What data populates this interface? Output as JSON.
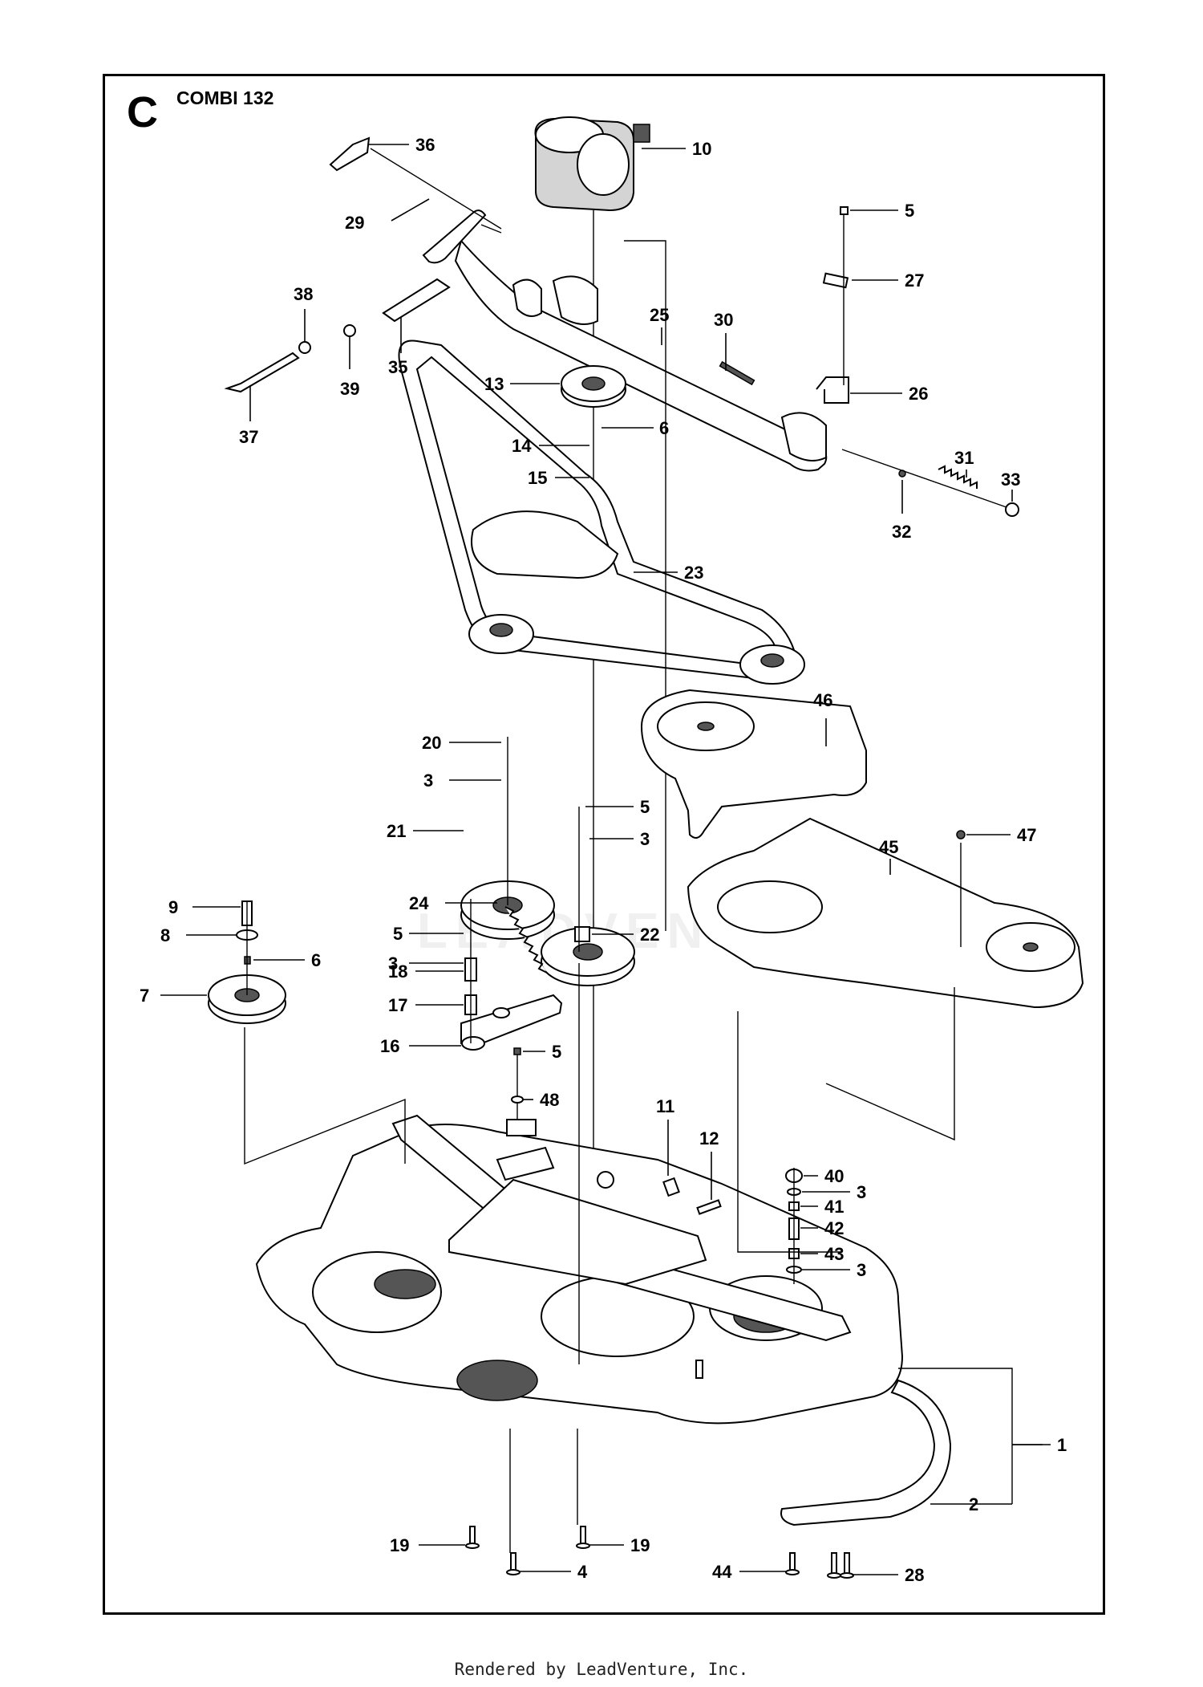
{
  "header": {
    "section_letter": "C",
    "model": "COMBI 132"
  },
  "watermark": "LEADVENTURE",
  "footer": "Rendered by LeadVenture, Inc.",
  "callouts": [
    {
      "num": "36"
    },
    {
      "num": "10"
    },
    {
      "num": "29"
    },
    {
      "num": "5"
    },
    {
      "num": "27"
    },
    {
      "num": "38"
    },
    {
      "num": "25"
    },
    {
      "num": "30"
    },
    {
      "num": "35"
    },
    {
      "num": "39"
    },
    {
      "num": "13"
    },
    {
      "num": "26"
    },
    {
      "num": "37"
    },
    {
      "num": "6"
    },
    {
      "num": "14"
    },
    {
      "num": "31"
    },
    {
      "num": "33"
    },
    {
      "num": "15"
    },
    {
      "num": "32"
    },
    {
      "num": "23"
    },
    {
      "num": "46"
    },
    {
      "num": "20"
    },
    {
      "num": "3"
    },
    {
      "num": "5"
    },
    {
      "num": "21"
    },
    {
      "num": "3"
    },
    {
      "num": "47"
    },
    {
      "num": "45"
    },
    {
      "num": "9"
    },
    {
      "num": "24"
    },
    {
      "num": "5"
    },
    {
      "num": "8"
    },
    {
      "num": "6"
    },
    {
      "num": "3"
    },
    {
      "num": "22"
    },
    {
      "num": "18"
    },
    {
      "num": "7"
    },
    {
      "num": "17"
    },
    {
      "num": "16"
    },
    {
      "num": "5"
    },
    {
      "num": "48"
    },
    {
      "num": "11"
    },
    {
      "num": "12"
    },
    {
      "num": "40"
    },
    {
      "num": "3"
    },
    {
      "num": "41"
    },
    {
      "num": "42"
    },
    {
      "num": "43"
    },
    {
      "num": "3"
    },
    {
      "num": "1"
    },
    {
      "num": "2"
    },
    {
      "num": "19"
    },
    {
      "num": "19"
    },
    {
      "num": "4"
    },
    {
      "num": "44"
    },
    {
      "num": "28"
    }
  ]
}
